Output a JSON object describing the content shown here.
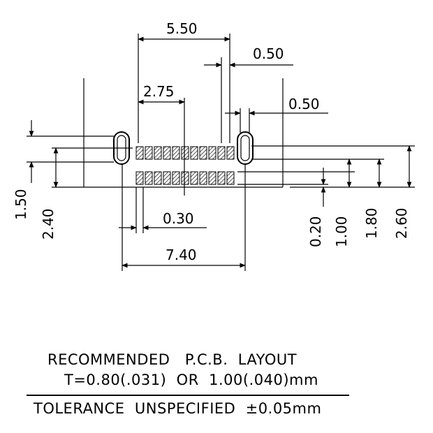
{
  "dimensions": {
    "d_5_50": "5.50",
    "d_0_50_top": "0.50",
    "d_2_75": "2.75",
    "d_0_50_right": "0.50",
    "d_1_50": "1.50",
    "d_2_40": "2.40",
    "d_0_30": "0.30",
    "d_7_40": "7.40",
    "d_0_20": "0.20",
    "d_1_00": "1.00",
    "d_1_80": "1.80",
    "d_2_60": "2.60"
  },
  "notes": {
    "line1": "RECOMMENDED   P.C.B.  LAYOUT",
    "line2": "T=0.80(.031)  OR  1.00(.040)mm",
    "line3": "TOLERANCE  UNSPECIFIED  ±0.05mm"
  }
}
